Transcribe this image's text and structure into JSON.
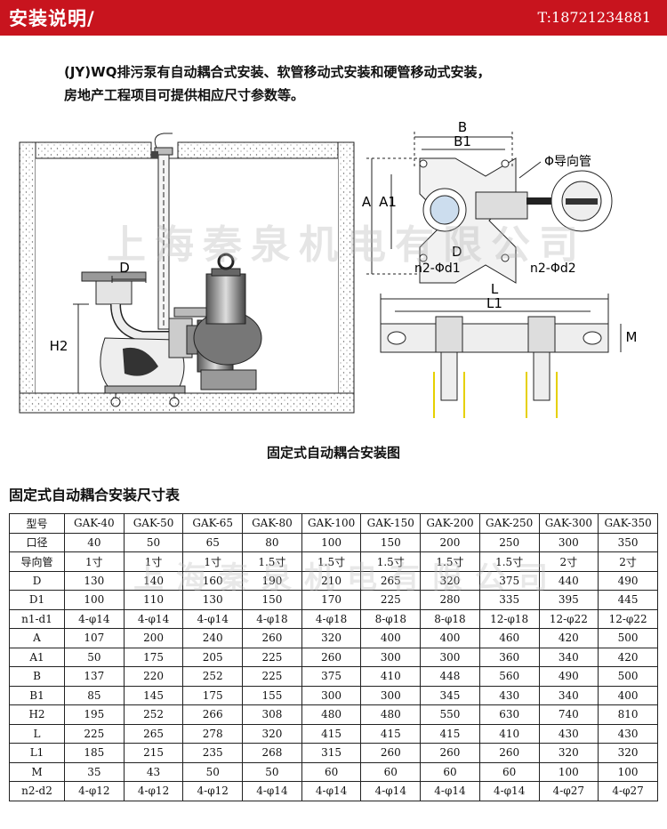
{
  "header": {
    "title": "安装说明/",
    "phone": "T:18721234881"
  },
  "intro": {
    "line1": "(JY)WQ排污泵有自动耦合式安装、软管移动式安装和硬管移动式安装，",
    "line2": "房地产工程项目可提供相应尺寸参数等。"
  },
  "diagram": {
    "labels": {
      "D": "D",
      "H2": "H2",
      "B": "B",
      "B1": "B1",
      "A": "A",
      "A1": "A1",
      "guide": "Φ导向管",
      "D2": "D",
      "d1": "n2-Φd1",
      "d2": "n2-Φd2",
      "L": "L",
      "L1": "L1",
      "M": "M"
    },
    "watermark": "上海秦泉机电有限公司"
  },
  "caption": "固定式自动耦合安装图",
  "table_title": "固定式自动耦合安装尺寸表",
  "table": {
    "rows": [
      [
        "型号",
        "GAK-40",
        "GAK-50",
        "GAK-65",
        "GAK-80",
        "GAK-100",
        "GAK-150",
        "GAK-200",
        "GAK-250",
        "GAK-300",
        "GAK-350"
      ],
      [
        "口径",
        "40",
        "50",
        "65",
        "80",
        "100",
        "150",
        "200",
        "250",
        "300",
        "350"
      ],
      [
        "导向管",
        "1寸",
        "1寸",
        "1寸",
        "1.5寸",
        "1.5寸",
        "1.5寸",
        "1.5寸",
        "1.5寸",
        "2寸",
        "2寸"
      ],
      [
        "D",
        "130",
        "140",
        "160",
        "190",
        "210",
        "265",
        "320",
        "375",
        "440",
        "490"
      ],
      [
        "D1",
        "100",
        "110",
        "130",
        "150",
        "170",
        "225",
        "280",
        "335",
        "395",
        "445"
      ],
      [
        "n1-d1",
        "4-φ14",
        "4-φ14",
        "4-φ14",
        "4-φ18",
        "4-φ18",
        "8-φ18",
        "8-φ18",
        "12-φ18",
        "12-φ22",
        "12-φ22"
      ],
      [
        "A",
        "107",
        "200",
        "240",
        "260",
        "320",
        "400",
        "400",
        "460",
        "420",
        "500"
      ],
      [
        "A1",
        "50",
        "175",
        "205",
        "225",
        "260",
        "300",
        "300",
        "360",
        "340",
        "420"
      ],
      [
        "B",
        "137",
        "220",
        "252",
        "225",
        "375",
        "410",
        "448",
        "560",
        "490",
        "500"
      ],
      [
        "B1",
        "85",
        "145",
        "175",
        "155",
        "300",
        "300",
        "345",
        "430",
        "340",
        "400"
      ],
      [
        "H2",
        "195",
        "252",
        "266",
        "308",
        "480",
        "480",
        "550",
        "630",
        "740",
        "810"
      ],
      [
        "L",
        "225",
        "265",
        "278",
        "320",
        "415",
        "415",
        "415",
        "410",
        "430",
        "430"
      ],
      [
        "L1",
        "185",
        "215",
        "235",
        "268",
        "315",
        "260",
        "260",
        "260",
        "320",
        "320"
      ],
      [
        "M",
        "35",
        "43",
        "50",
        "50",
        "60",
        "60",
        "60",
        "60",
        "100",
        "100"
      ],
      [
        "n2-d2",
        "4-φ12",
        "4-φ12",
        "4-φ12",
        "4-φ14",
        "4-φ14",
        "4-φ14",
        "4-φ14",
        "4-φ14",
        "4-φ27",
        "4-φ27"
      ]
    ]
  }
}
